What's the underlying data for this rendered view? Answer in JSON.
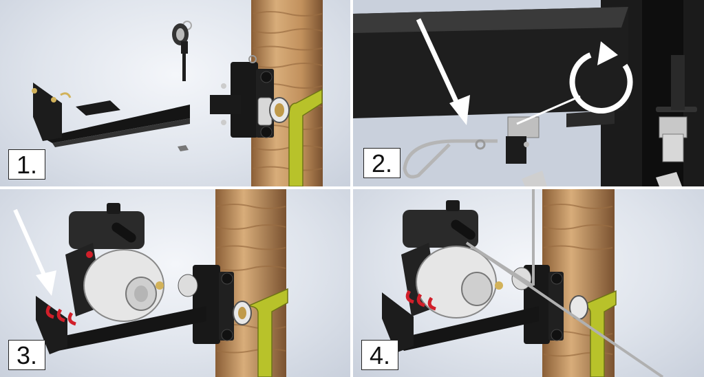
{
  "steps": [
    {
      "label": "1."
    },
    {
      "label": "2."
    },
    {
      "label": "3."
    },
    {
      "label": "4."
    }
  ],
  "colors": {
    "bracket": "#141414",
    "strap": "#b8c22a",
    "bark": "#c89a6a",
    "metal": "#c8c8c8",
    "winch_body": "#e8e8e8",
    "hook": "#d11f2a"
  }
}
